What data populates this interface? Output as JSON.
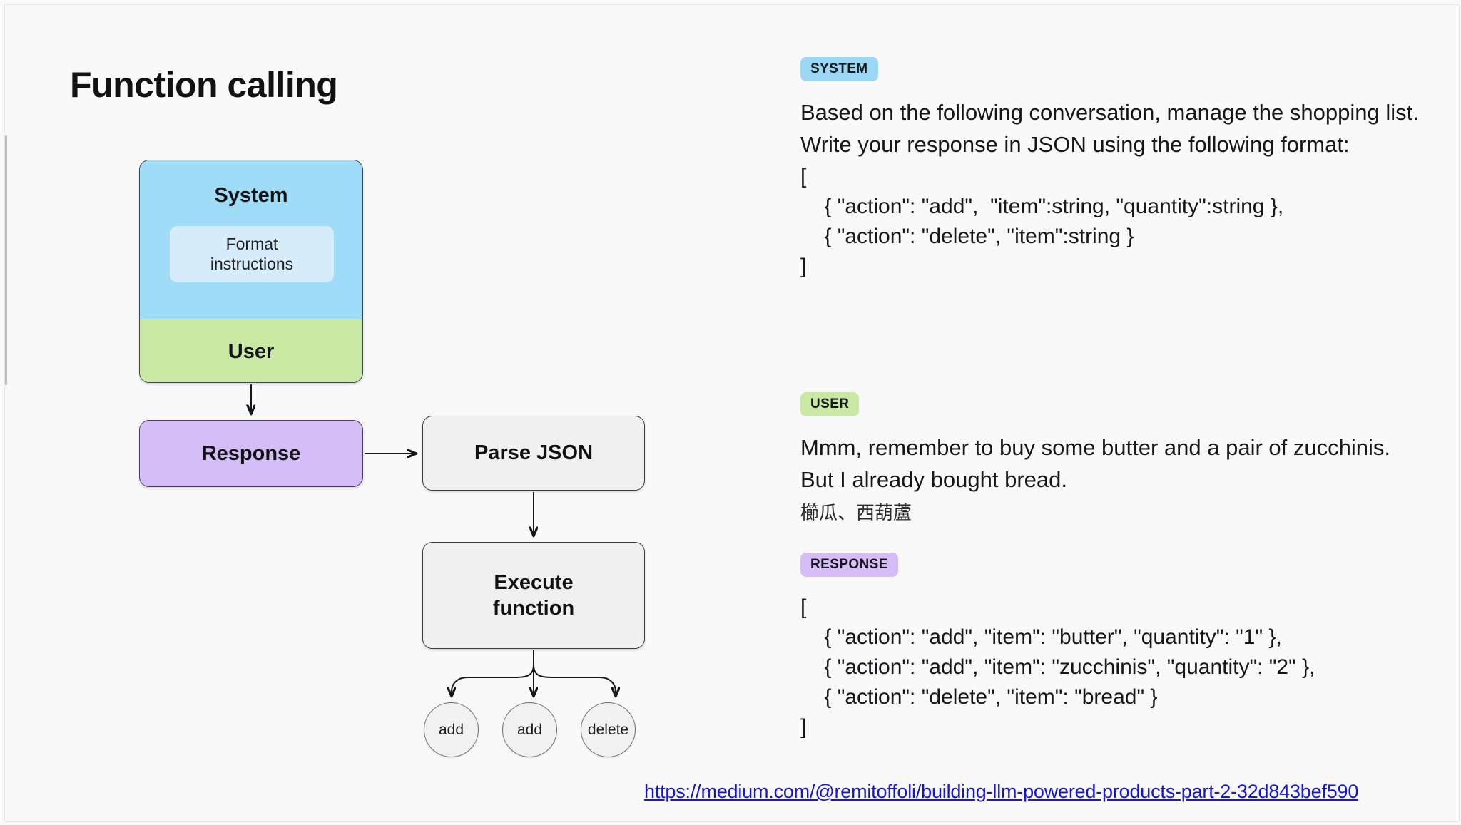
{
  "page": {
    "title": "Function calling",
    "background_color": "#f9f9f9"
  },
  "diagram": {
    "nodes": {
      "system": {
        "label": "System",
        "color": "#9fdcf8"
      },
      "format_instructions": {
        "label": "Format\ninstructions",
        "color": "#d6ecfa"
      },
      "user": {
        "label": "User",
        "color": "#c9e8a4"
      },
      "response": {
        "label": "Response",
        "color": "#d5bdf7"
      },
      "parse_json": {
        "label": "Parse JSON",
        "color": "#f0f0f0"
      },
      "execute_function": {
        "label": "Execute\nfunction",
        "color": "#f0f0f0"
      }
    },
    "leaves": [
      {
        "label": "add"
      },
      {
        "label": "add"
      },
      {
        "label": "delete"
      }
    ]
  },
  "transcript": {
    "system": {
      "badge": "SYSTEM",
      "badge_color": "#9ad8f5",
      "text": "Based on the following conversation, manage the shopping list. Write your response in JSON using the following format:",
      "code": "[\n    { \"action\": \"add\",  \"item\":string, \"quantity\":string },\n    { \"action\": \"delete\", \"item\":string }\n]"
    },
    "user": {
      "badge": "USER",
      "badge_color": "#c9e8a4",
      "text": "Mmm, remember to buy some butter and a pair of zucchinis. But I already bought bread.",
      "annotation": "櫛瓜、西葫蘆"
    },
    "response": {
      "badge": "RESPONSE",
      "badge_color": "#d5bdf7",
      "code": "[\n    { \"action\": \"add\", \"item\": \"butter\", \"quantity\": \"1\" },\n    { \"action\": \"add\", \"item\": \"zucchinis\", \"quantity\": \"2\" },\n    { \"action\": \"delete\", \"item\": \"bread\" }\n]"
    }
  },
  "source": {
    "url": "https://medium.com/@remitoffoli/building-llm-powered-products-part-2-32d843bef590",
    "color": "#1414e0"
  }
}
